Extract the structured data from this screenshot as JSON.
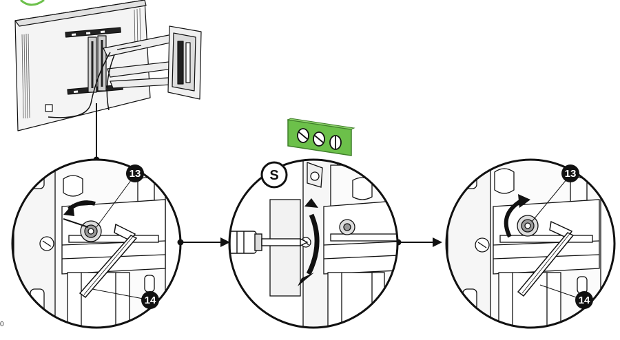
{
  "figure": {
    "page_number": "0"
  },
  "panels": [
    {
      "id": "panel-1",
      "callouts": [
        "13",
        "14"
      ],
      "rotation": "counter-clockwise"
    },
    {
      "id": "panel-2",
      "step_badge": "S",
      "rotation": "both"
    },
    {
      "id": "panel-3",
      "callouts": [
        "13",
        "14"
      ],
      "rotation": "clockwise"
    }
  ],
  "colors": {
    "level": "#6cc04a",
    "level_edge": "#3f7e2a",
    "line": "#111111",
    "callout_fill": "#111111"
  },
  "icons": [
    "level-icon",
    "screwdriver-icon",
    "hex-key-icon",
    "rotation-arrow-icon",
    "s-badge-icon"
  ]
}
